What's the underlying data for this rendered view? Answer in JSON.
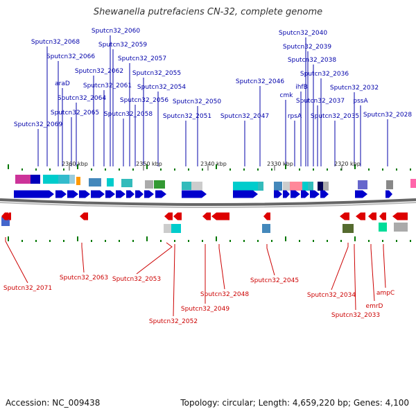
{
  "title": "Shewanella putrefaciens CN-32, complete genome",
  "accession_label": "Accession: NC_009438",
  "summary_line": "Topology: circular; Length: 4,659,220 bp; Genes: 4,100",
  "colors": {
    "forward_gene": "#0000cc",
    "reverse_gene": "#dd0000",
    "forward_label": "#0000aa",
    "reverse_label": "#cc0000",
    "tick": "#007700",
    "backbone": "#666666"
  },
  "scale_ticks": [
    {
      "label": "2360 kbp",
      "pos": 2360
    },
    {
      "label": "2350 kbp",
      "pos": 2350
    },
    {
      "label": "2340 kbp",
      "pos": 2340
    },
    {
      "label": "2330 kbp",
      "pos": 2330
    },
    {
      "label": "2320 kbp",
      "pos": 2320
    }
  ],
  "forward_genes": [
    {
      "name": "Sputcn32_2069"
    },
    {
      "name": "Sputcn32_2068"
    },
    {
      "name": "Sputcn32_2066"
    },
    {
      "name": "araD"
    },
    {
      "name": "Sputcn32_2065"
    },
    {
      "name": "Sputcn32_2064"
    },
    {
      "name": "Sputcn32_2062"
    },
    {
      "name": "Sputcn32_2061"
    },
    {
      "name": "Sputcn32_2060"
    },
    {
      "name": "Sputcn32_2059"
    },
    {
      "name": "Sputcn32_2058"
    },
    {
      "name": "Sputcn32_2057"
    },
    {
      "name": "Sputcn32_2056"
    },
    {
      "name": "Sputcn32_2055"
    },
    {
      "name": "Sputcn32_2054"
    },
    {
      "name": "Sputcn32_2051"
    },
    {
      "name": "Sputcn32_2050"
    },
    {
      "name": "Sputcn32_2047"
    },
    {
      "name": "Sputcn32_2046"
    },
    {
      "name": "cmk"
    },
    {
      "name": "rpsA"
    },
    {
      "name": "ihfB"
    },
    {
      "name": "Sputcn32_2040"
    },
    {
      "name": "Sputcn32_2039"
    },
    {
      "name": "Sputcn32_2038"
    },
    {
      "name": "Sputcn32_2037"
    },
    {
      "name": "Sputcn32_2036"
    },
    {
      "name": "Sputcn32_2035"
    },
    {
      "name": "Sputcn32_2032"
    },
    {
      "name": "pssA"
    },
    {
      "name": "Sputcn32_2028"
    }
  ],
  "reverse_genes": [
    {
      "name": "Sputcn32_2071"
    },
    {
      "name": "Sputcn32_2063"
    },
    {
      "name": "Sputcn32_2053"
    },
    {
      "name": "Sputcn32_2052"
    },
    {
      "name": "Sputcn32_2049"
    },
    {
      "name": "Sputcn32_2048"
    },
    {
      "name": "Sputcn32_2045"
    },
    {
      "name": "Sputcn32_2034"
    },
    {
      "name": "Sputcn32_2033"
    },
    {
      "name": "emrD"
    },
    {
      "name": "ampC"
    }
  ]
}
